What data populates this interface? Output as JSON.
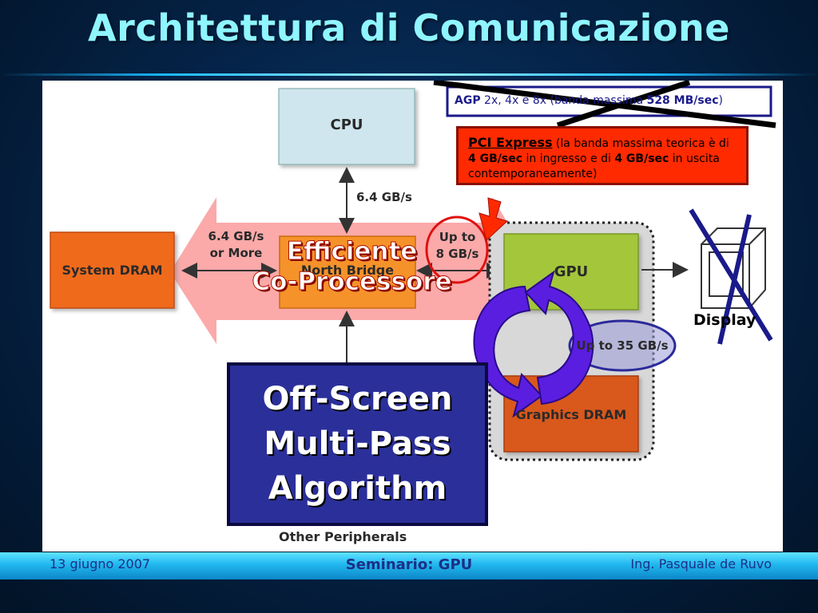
{
  "slide": {
    "title": "Architettura di Comunicazione"
  },
  "diagram": {
    "cpu": "CPU",
    "cpu_bw": "6.4 GB/s",
    "dram_bw_line1": "6.4 GB/s",
    "dram_bw_line2": "or More",
    "system_dram": "System DRAM",
    "north_bridge": "North Bridge",
    "gpu_bw_line1": "Up to",
    "gpu_bw_line2": "8 GB/s",
    "gpu": "GPU",
    "display": "Display",
    "vram_bw": "Up to 35 GB/s",
    "graphics_dram": "Graphics DRAM",
    "other_peripherals": "Other Peripherals"
  },
  "overlays": {
    "agp": {
      "bold": "AGP",
      "mid": " 2x, 4x e 8x (banda massima ",
      "bold2": "528 MB/sec",
      "end": ")"
    },
    "pcie": {
      "title": "PCI Express",
      "t1": " (la banda massima teorica è di ",
      "b1": "4 GB/sec",
      "t2": " in ingresso e di ",
      "b2": "4 GB/sec",
      "t3": " in uscita contemporaneamente)"
    },
    "efficiente_line1": "Efficiente",
    "efficiente_line2": "Co-Processore",
    "offscreen_line1": "Off-Screen",
    "offscreen_line2": "Multi-Pass",
    "offscreen_line3": "Algorithm"
  },
  "footer": {
    "date": "13 giugno 2007",
    "center": "Seminario: GPU",
    "author": "Ing. Pasquale de Ruvo"
  },
  "colors": {
    "title": "#8ff5ff",
    "pcie_box": "#ff2a00",
    "offscreen_box": "#2b2f9a",
    "gpu_box": "#a4c63a",
    "dram_orange": "#f06a1c"
  }
}
